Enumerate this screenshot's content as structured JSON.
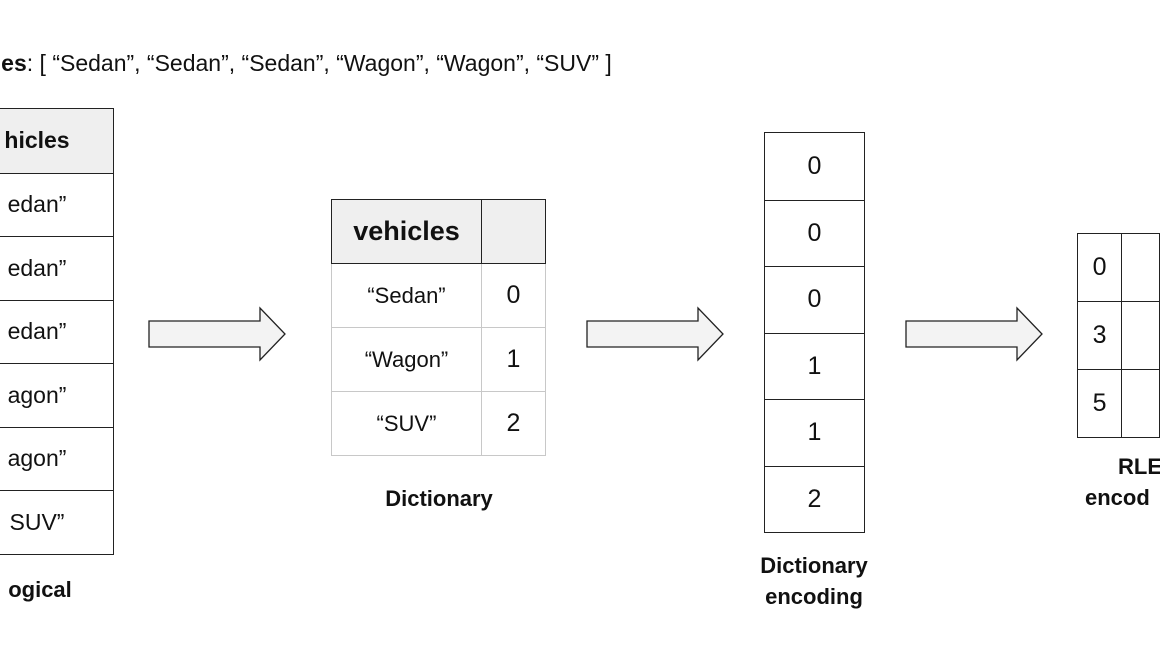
{
  "header": {
    "label": "cles",
    "values": ": [ “Sedan”, “Sedan”, “Sedan”, “Wagon”, “Wagon”, “SUV” ]"
  },
  "logical": {
    "header": "hicles",
    "cells": [
      "edan”",
      "edan”",
      "edan”",
      "agon”",
      "agon”",
      "SUV”"
    ],
    "caption": "ogical"
  },
  "dictionary": {
    "header_key": "vehicles",
    "header_val": "",
    "rows": [
      {
        "key": "“Sedan”",
        "val": "0"
      },
      {
        "key": "“Wagon”",
        "val": "1"
      },
      {
        "key": "“SUV”",
        "val": "2"
      }
    ],
    "caption": "Dictionary"
  },
  "dictionary_encoding": {
    "cells": [
      "0",
      "0",
      "0",
      "1",
      "1",
      "2"
    ],
    "caption_line1": "Dictionary",
    "caption_line2": "encoding"
  },
  "rle": {
    "rows": [
      {
        "a": "0",
        "b": ""
      },
      {
        "a": "3",
        "b": ""
      },
      {
        "a": "5",
        "b": ""
      }
    ],
    "caption_line1": "RLE",
    "caption_line2": "encod"
  },
  "colors": {
    "header_fill": "#efefef",
    "arrow_fill": "#f3f3f3",
    "stroke": "#222222"
  }
}
